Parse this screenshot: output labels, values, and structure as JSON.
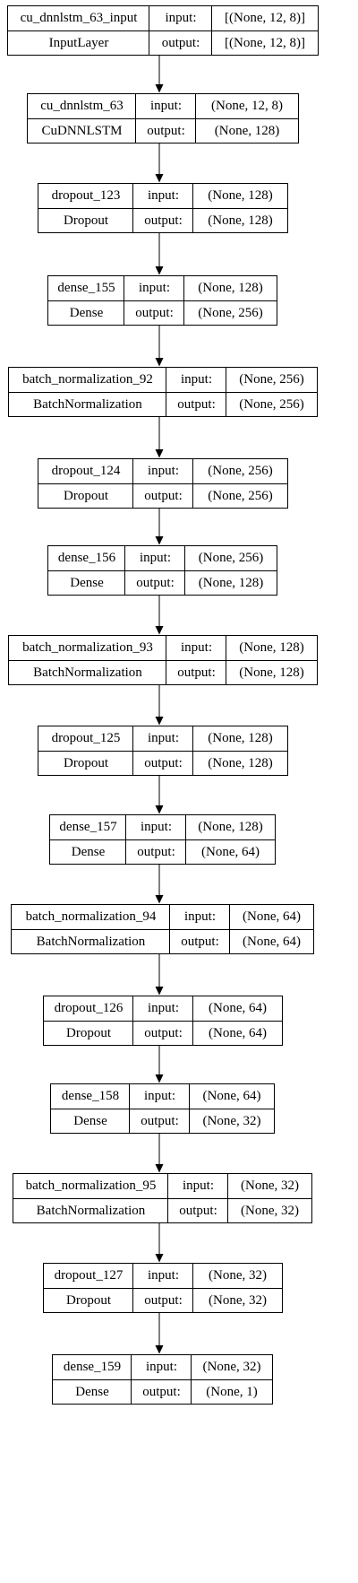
{
  "layers": [
    {
      "name": "cu_dnnlstm_63_input",
      "type": "InputLayer",
      "input_label": "input:",
      "output_label": "output:",
      "input_shape": "[(None, 12, 8)]",
      "output_shape": "[(None, 12, 8)]"
    },
    {
      "name": "cu_dnnlstm_63",
      "type": "CuDNNLSTM",
      "input_label": "input:",
      "output_label": "output:",
      "input_shape": "(None, 12, 8)",
      "output_shape": "(None, 128)"
    },
    {
      "name": "dropout_123",
      "type": "Dropout",
      "input_label": "input:",
      "output_label": "output:",
      "input_shape": "(None, 128)",
      "output_shape": "(None, 128)"
    },
    {
      "name": "dense_155",
      "type": "Dense",
      "input_label": "input:",
      "output_label": "output:",
      "input_shape": "(None, 128)",
      "output_shape": "(None, 256)"
    },
    {
      "name": "batch_normalization_92",
      "type": "BatchNormalization",
      "input_label": "input:",
      "output_label": "output:",
      "input_shape": "(None, 256)",
      "output_shape": "(None, 256)"
    },
    {
      "name": "dropout_124",
      "type": "Dropout",
      "input_label": "input:",
      "output_label": "output:",
      "input_shape": "(None, 256)",
      "output_shape": "(None, 256)"
    },
    {
      "name": "dense_156",
      "type": "Dense",
      "input_label": "input:",
      "output_label": "output:",
      "input_shape": "(None, 256)",
      "output_shape": "(None, 128)"
    },
    {
      "name": "batch_normalization_93",
      "type": "BatchNormalization",
      "input_label": "input:",
      "output_label": "output:",
      "input_shape": "(None, 128)",
      "output_shape": "(None, 128)"
    },
    {
      "name": "dropout_125",
      "type": "Dropout",
      "input_label": "input:",
      "output_label": "output:",
      "input_shape": "(None, 128)",
      "output_shape": "(None, 128)"
    },
    {
      "name": "dense_157",
      "type": "Dense",
      "input_label": "input:",
      "output_label": "output:",
      "input_shape": "(None, 128)",
      "output_shape": "(None, 64)"
    },
    {
      "name": "batch_normalization_94",
      "type": "BatchNormalization",
      "input_label": "input:",
      "output_label": "output:",
      "input_shape": "(None, 64)",
      "output_shape": "(None, 64)"
    },
    {
      "name": "dropout_126",
      "type": "Dropout",
      "input_label": "input:",
      "output_label": "output:",
      "input_shape": "(None, 64)",
      "output_shape": "(None, 64)"
    },
    {
      "name": "dense_158",
      "type": "Dense",
      "input_label": "input:",
      "output_label": "output:",
      "input_shape": "(None, 64)",
      "output_shape": "(None, 32)"
    },
    {
      "name": "batch_normalization_95",
      "type": "BatchNormalization",
      "input_label": "input:",
      "output_label": "output:",
      "input_shape": "(None, 32)",
      "output_shape": "(None, 32)"
    },
    {
      "name": "dropout_127",
      "type": "Dropout",
      "input_label": "input:",
      "output_label": "output:",
      "input_shape": "(None, 32)",
      "output_shape": "(None, 32)"
    },
    {
      "name": "dense_159",
      "type": "Dense",
      "input_label": "input:",
      "output_label": "output:",
      "input_shape": "(None, 32)",
      "output_shape": "(None, 1)"
    }
  ],
  "edge_style": {
    "line_color": "#000000",
    "arrow_color": "#000000"
  }
}
